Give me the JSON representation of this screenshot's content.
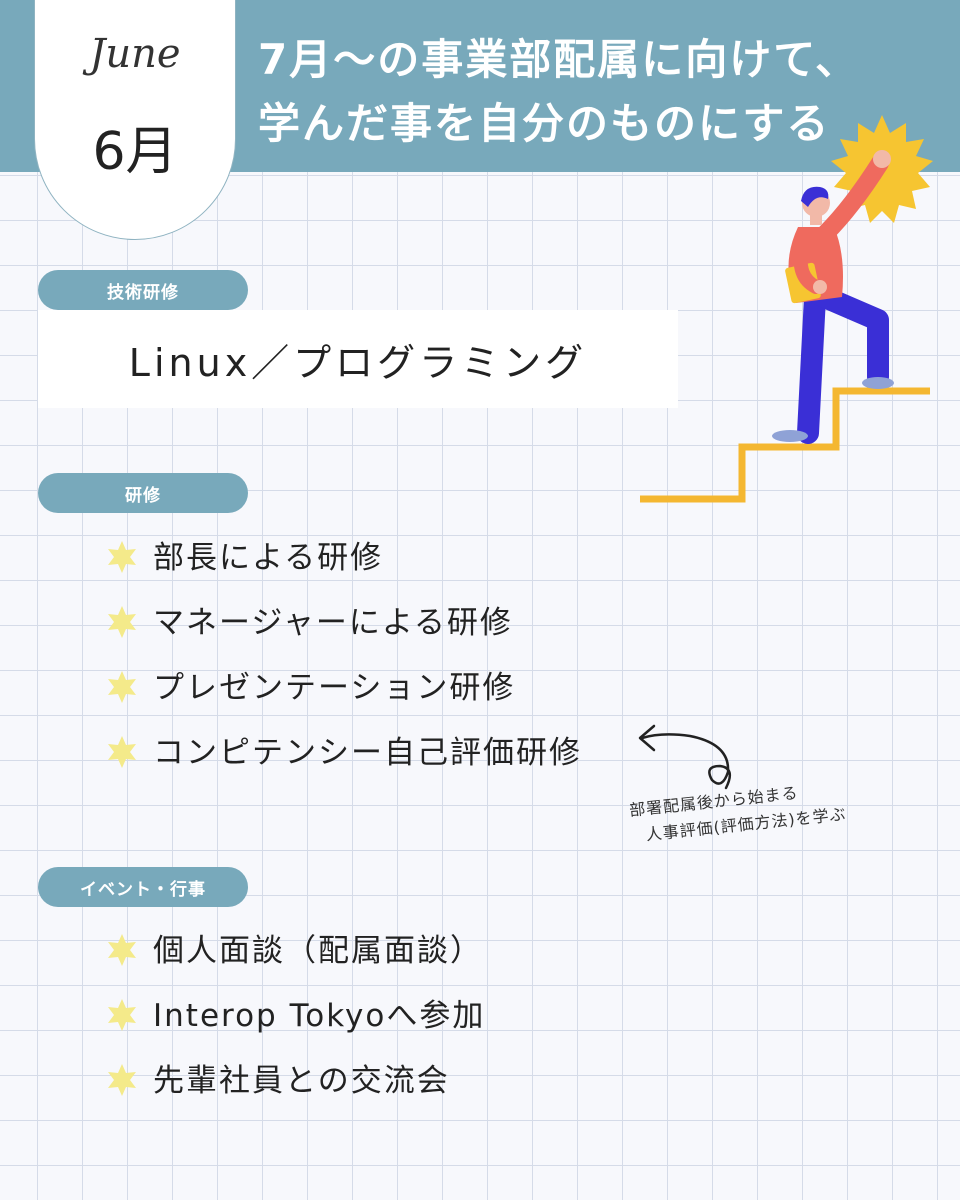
{
  "header": {
    "script_month": "June",
    "month": "6月",
    "headline_line1": "7月〜の事業部配属に向けて、",
    "headline_line2": "学んだ事を自分のものにする"
  },
  "technical": {
    "label": "技術研修",
    "content": "Linux／プログラミング"
  },
  "training": {
    "label": "研修",
    "items": [
      "部長による研修",
      "マネージャーによる研修",
      "プレゼンテーション研修",
      "コンピテンシー自己評価研修"
    ],
    "note_line1": "部署配属後から始まる",
    "note_line2": "人事評価(評価方法)を学ぶ"
  },
  "events": {
    "label": "イベント・行事",
    "items": [
      "個人面談（配属面談）",
      "Interop Tokyoへ参加",
      "先輩社員との交流会"
    ]
  },
  "colors": {
    "teal": "#78a9bb",
    "bullet_yellow": "#f4ea8a",
    "sun": "#f6c531",
    "stairs": "#f4b731",
    "shirt": "#ef6a5e",
    "pants": "#3a2fd6"
  },
  "icons": {
    "bullet": "star-bullet-icon",
    "illustration": "climbing-stairs-illustration",
    "arrow": "curly-arrow-icon"
  }
}
